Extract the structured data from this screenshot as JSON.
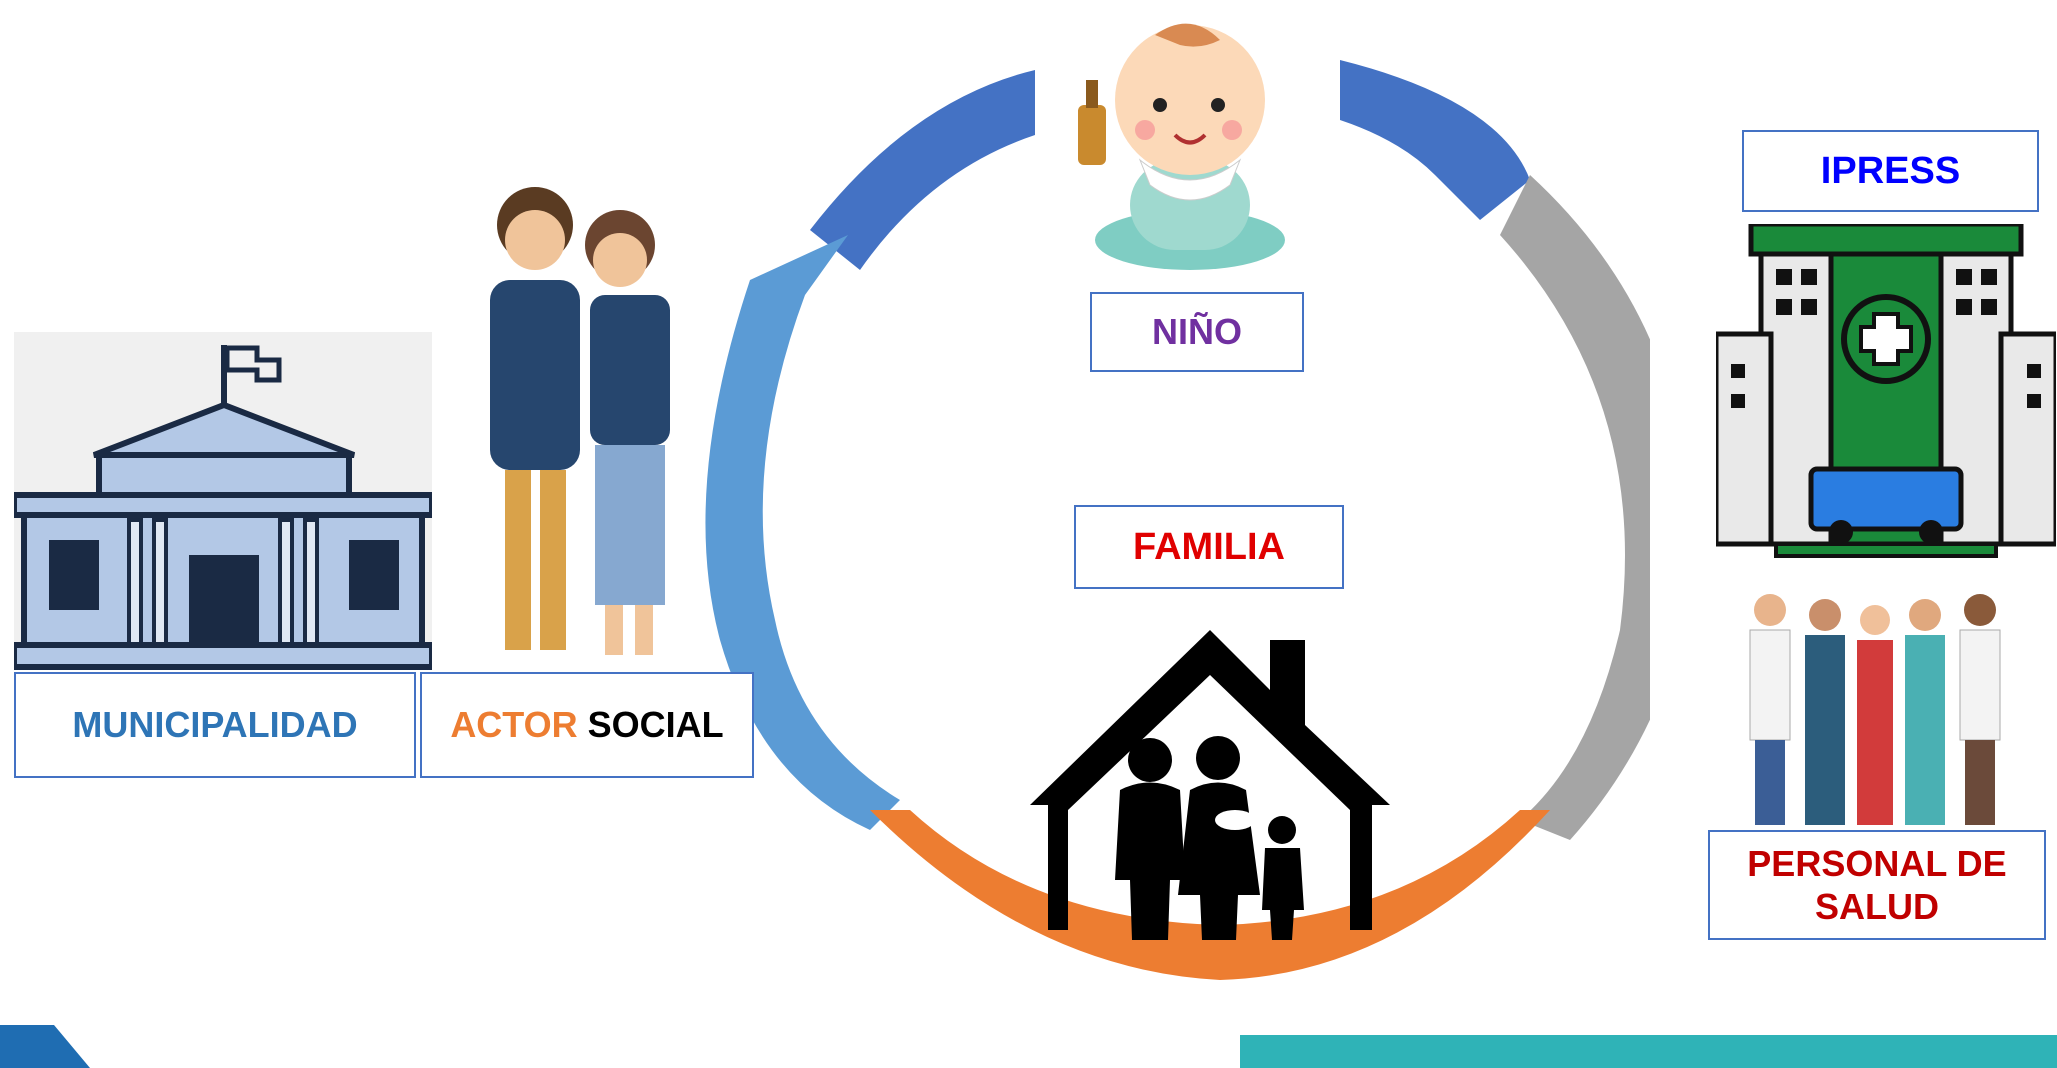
{
  "labels": {
    "nino": "NIÑO",
    "familia": "FAMILIA",
    "ipress": "IPRESS",
    "personal": [
      "PERSONAL DE",
      "SALUD"
    ],
    "municipalidad": "MUNICIPALIDAD",
    "actor_word": "ACTOR",
    "social_word": "SOCIAL"
  },
  "colors": {
    "nino_text": "#7030a0",
    "familia_text": "#e00000",
    "ipress_text": "#0000ff",
    "personal_text": "#c00000",
    "municipalidad_text": "#2e75b6",
    "actor_text": "#ed7d31",
    "social_text": "#000000",
    "arc_top": "#4472c4",
    "arc_left": "#5b9bd5",
    "arc_right": "#a5a5a5",
    "arc_bottom": "#ed7d31",
    "teal_band": "#2fb3b7",
    "navy_corner": "#1f6db2"
  },
  "icons": [
    "baby-icon",
    "family-house-icon",
    "hospital-icon",
    "health-staff-icon",
    "municipality-building-icon",
    "social-actors-icon"
  ]
}
